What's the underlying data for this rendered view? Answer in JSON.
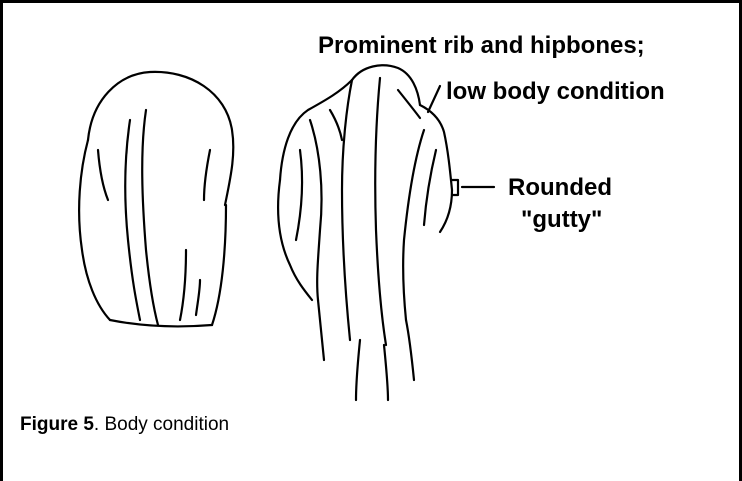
{
  "annotations": {
    "top_line1": "Prominent rib and hipbones;",
    "top_line2": "low body condition",
    "right_line1": "Rounded",
    "right_line2": "\"gutty\""
  },
  "caption": {
    "label": "Figure 5",
    "text": ". Body condition"
  },
  "icons": {
    "left_horse": "rounded-horse-rear-drawing",
    "right_horse": "thin-horse-rear-drawing"
  }
}
